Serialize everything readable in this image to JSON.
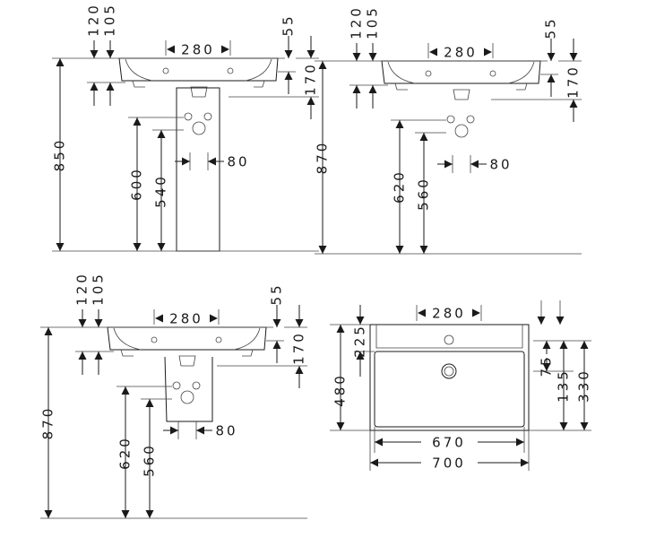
{
  "views": [
    {
      "title": "pedestal",
      "labels": {
        "d120": "120",
        "d105": "105",
        "d280": "280",
        "d55": "55",
        "d170": "170",
        "height": "850",
        "d600": "600",
        "d540": "540",
        "d80": "80"
      }
    },
    {
      "title": "wall-hung",
      "labels": {
        "d120": "120",
        "d105": "105",
        "d280": "280",
        "d55": "55",
        "d170": "170",
        "height": "870",
        "d600": "620",
        "d540": "560",
        "d80": "80"
      }
    },
    {
      "title": "half-pedestal",
      "labels": {
        "d120": "120",
        "d105": "105",
        "d280": "280",
        "d55": "55",
        "d170": "170",
        "height": "870",
        "d600": "620",
        "d540": "560",
        "d80": "80"
      }
    }
  ],
  "plan": {
    "d280": "280",
    "d225": "225",
    "d480": "480",
    "d75": "75",
    "d135": "135",
    "d330": "330",
    "d670": "670",
    "d700": "700"
  }
}
